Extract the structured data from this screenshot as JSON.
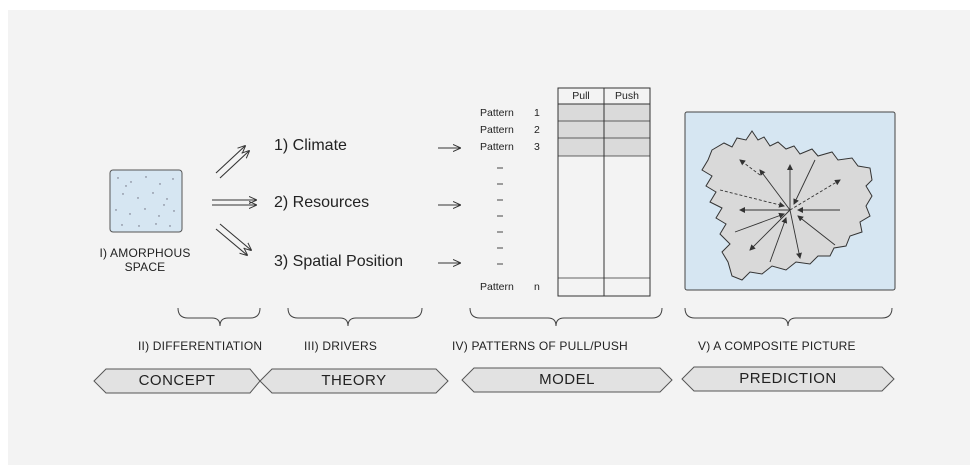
{
  "concept": {
    "label_line1": "I) AMORPHOUS",
    "label_line2": "SPACE"
  },
  "drivers": {
    "items": [
      {
        "label": "1) Climate"
      },
      {
        "label": "2) Resources"
      },
      {
        "label": "3) Spatial Position"
      }
    ]
  },
  "model": {
    "columns": [
      "Pull",
      "Push"
    ],
    "pattern_rows": [
      {
        "label": "Pattern",
        "num": "1"
      },
      {
        "label": "Pattern",
        "num": "2"
      },
      {
        "label": "Pattern",
        "num": "3"
      }
    ],
    "last_row": {
      "label": "Pattern",
      "num": "n"
    }
  },
  "captions": {
    "differentiation": "II) DIFFERENTIATION",
    "drivers": "III) DRIVERS",
    "patterns": "IV) PATTERNS OF PULL/PUSH",
    "composite": "V) A COMPOSITE PICTURE"
  },
  "stages": [
    {
      "label": "CONCEPT"
    },
    {
      "label": "THEORY"
    },
    {
      "label": "MODEL"
    },
    {
      "label": "PREDICTION"
    }
  ],
  "colors": {
    "panel": "#f3f3f3",
    "box_fill": "#d6e6f2",
    "row_fill": "#dadada",
    "island": "#d9d9d9"
  }
}
